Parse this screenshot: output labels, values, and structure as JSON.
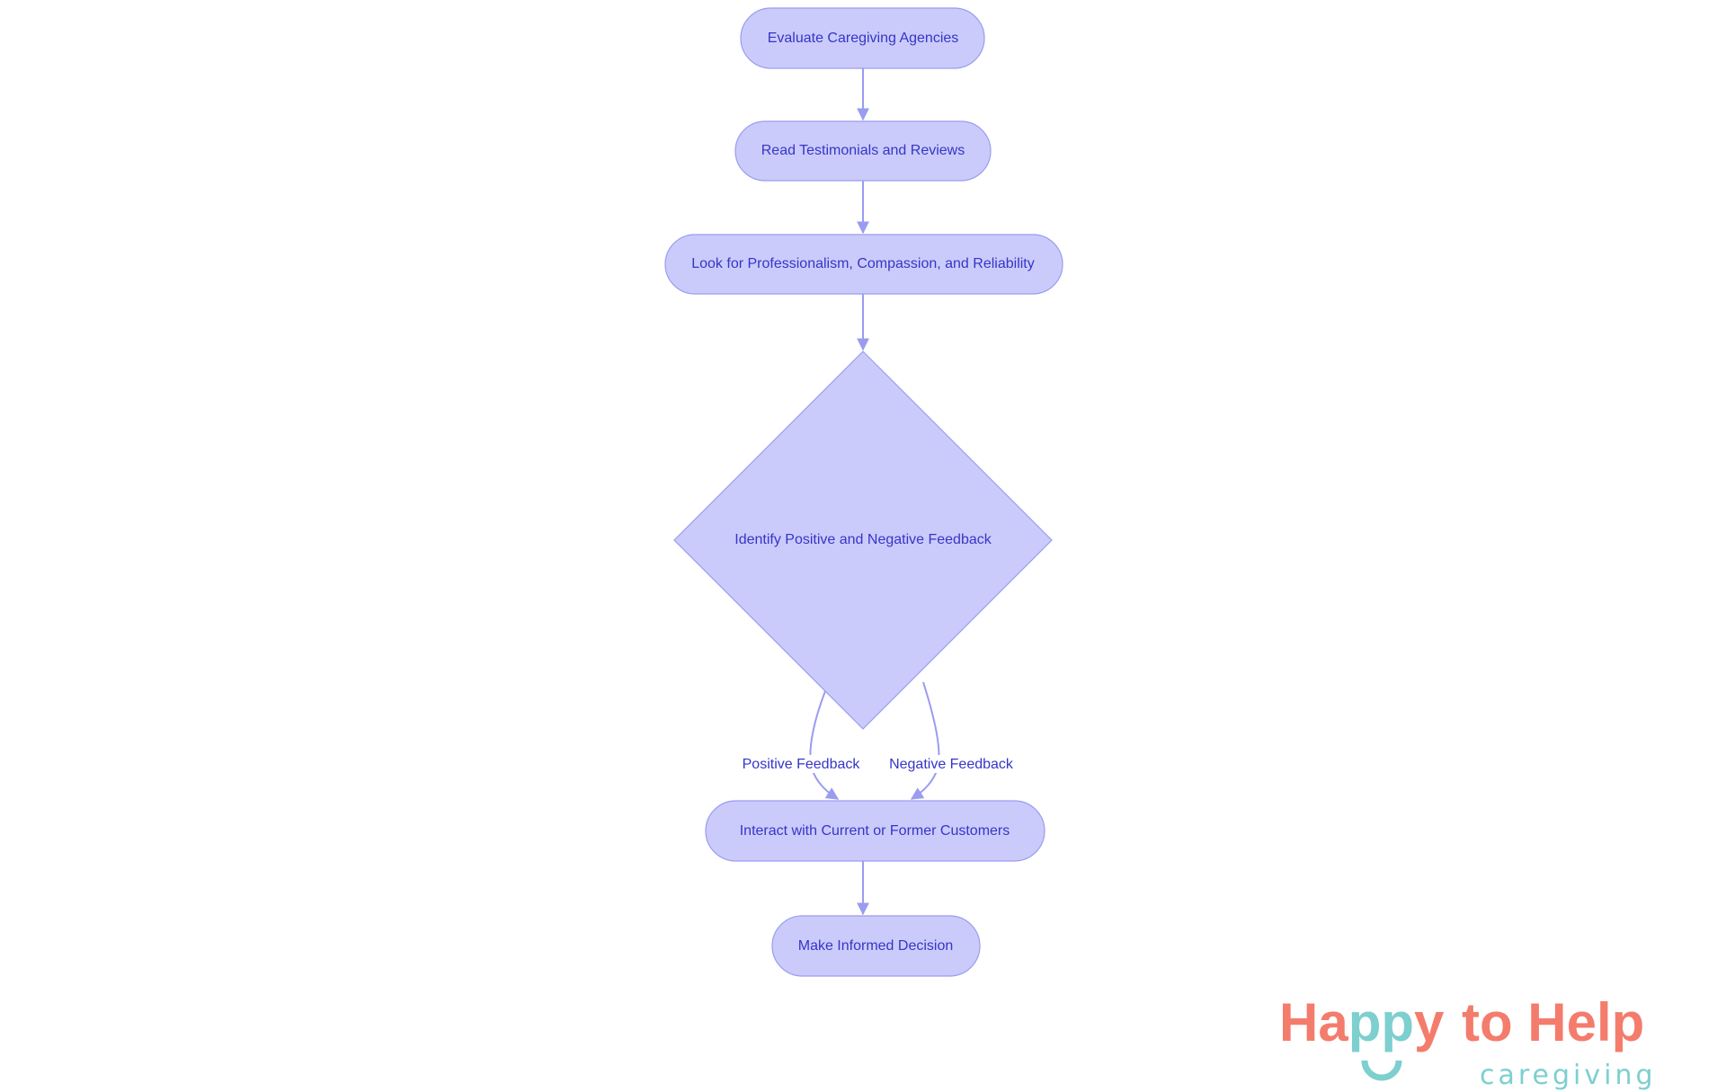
{
  "diagram": {
    "nodes": [
      {
        "id": "n1",
        "label": "Evaluate Caregiving Agencies",
        "shape": "stadium"
      },
      {
        "id": "n2",
        "label": "Read Testimonials and Reviews",
        "shape": "stadium"
      },
      {
        "id": "n3",
        "label": "Look for Professionalism, Compassion, and Reliability",
        "shape": "stadium"
      },
      {
        "id": "n4",
        "label": "Identify Positive and Negative Feedback",
        "shape": "diamond"
      },
      {
        "id": "n5",
        "label": "Interact with Current or Former Customers",
        "shape": "stadium"
      },
      {
        "id": "n6",
        "label": "Make Informed Decision",
        "shape": "stadium"
      }
    ],
    "edges": [
      {
        "from": "n1",
        "to": "n2",
        "label": ""
      },
      {
        "from": "n2",
        "to": "n3",
        "label": ""
      },
      {
        "from": "n3",
        "to": "n4",
        "label": ""
      },
      {
        "from": "n4",
        "to": "n5",
        "label": "Positive Feedback"
      },
      {
        "from": "n4",
        "to": "n5",
        "label": "Negative Feedback"
      },
      {
        "from": "n5",
        "to": "n6",
        "label": ""
      }
    ],
    "colors": {
      "node_fill": "#cbcbfb",
      "node_stroke": "#9a9cf0",
      "text": "#3535c8",
      "edge": "#9a9cf0"
    }
  },
  "logo": {
    "text_happy": "Happy",
    "text_rest": "to Help",
    "subtitle": "caregiving",
    "colors": {
      "coral": "#f47c6c",
      "teal": "#7ecfcf"
    }
  }
}
